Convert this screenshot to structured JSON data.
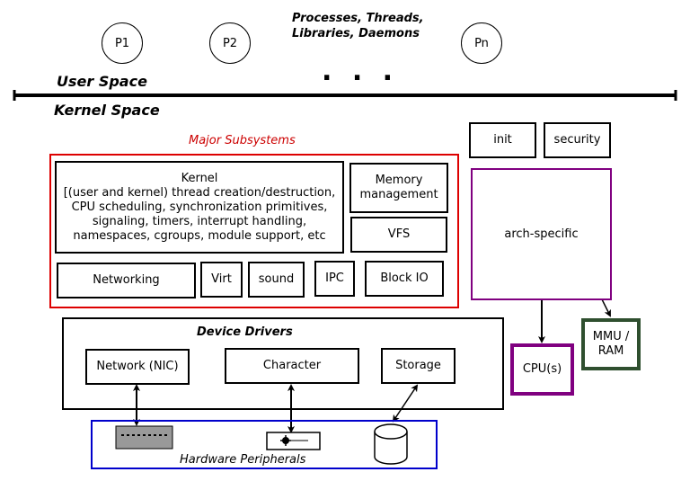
{
  "user_space": {
    "label": "User Space",
    "caption": "Processes, Threads,\nLibraries, Daemons",
    "processes": [
      "P1",
      "P2",
      "Pn"
    ],
    "ellipsis": ". . ."
  },
  "kernel_space": {
    "label": "Kernel Space",
    "major_subsystems": {
      "title": "Major Subsystems",
      "kernel_title": "Kernel",
      "kernel_description": "[(user and kernel) thread creation/destruction,\nCPU scheduling, synchronization primitives,\nsignaling, timers, interrupt handling,\nnamespaces, cgroups, module support, etc",
      "memory_management": "Memory\nmanagement",
      "vfs": "VFS",
      "networking": "Networking",
      "virt": "Virt",
      "sound": "sound",
      "ipc": "IPC",
      "block_io": "Block IO"
    },
    "init": "init",
    "security": "security",
    "arch_specific": "arch-specific",
    "cpu": "CPU(s)",
    "mmu_ram": "MMU /\nRAM"
  },
  "device_drivers": {
    "title": "Device Drivers",
    "network": "Network (NIC)",
    "character": "Character",
    "storage": "Storage"
  },
  "hardware": {
    "title": "Hardware Peripherals"
  },
  "colors": {
    "subsystems_border": "#dd0000",
    "subsystems_title": "#cc0000",
    "arch_border": "#800080",
    "cpu_border": "#800080",
    "mmu_border": "#2f4f2f",
    "hardware_border": "#0000cc"
  }
}
